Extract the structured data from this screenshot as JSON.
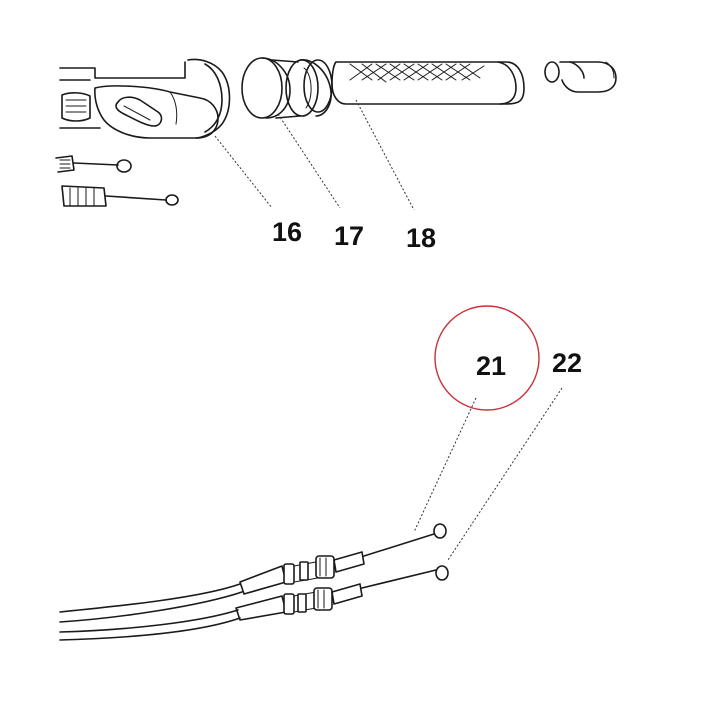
{
  "diagram": {
    "callouts": [
      {
        "id": "16",
        "label": "16"
      },
      {
        "id": "17",
        "label": "17"
      },
      {
        "id": "18",
        "label": "18"
      },
      {
        "id": "21",
        "label": "21"
      },
      {
        "id": "22",
        "label": "22"
      }
    ],
    "highlight": {
      "target": "21",
      "color": "#c8323c"
    },
    "colors": {
      "ink": "#1a1a1a",
      "background": "#ffffff"
    }
  }
}
